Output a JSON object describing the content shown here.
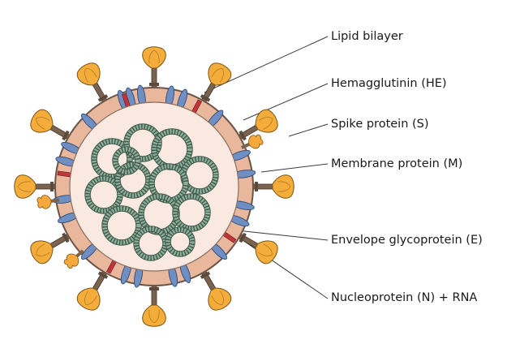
{
  "labels": {
    "lipid_bilayer": "Lipid bilayer",
    "hemagglutinin": "Hemagglutinin (HE)",
    "spike_protein": "Spike protein (S)",
    "membrane_protein": "Membrane protein (M)",
    "envelope_glycoprotein": "Envelope glycoprotein (E)",
    "nucleoprotein": "Nucleoprotein (N) + RNA"
  },
  "colors": {
    "outer_membrane": "#e8b79c",
    "inner_fill": "#f9e9e0",
    "spike": "#f4ad3b",
    "spike_stalk": "#7a6450",
    "membrane_protein": "#6f8fc2",
    "hemagglutinin": "#f6a93a",
    "envelope_glycoprotein": "#c0353b",
    "nucleoprotein": "#8fae9b",
    "leader_line": "#3a3a3a"
  }
}
